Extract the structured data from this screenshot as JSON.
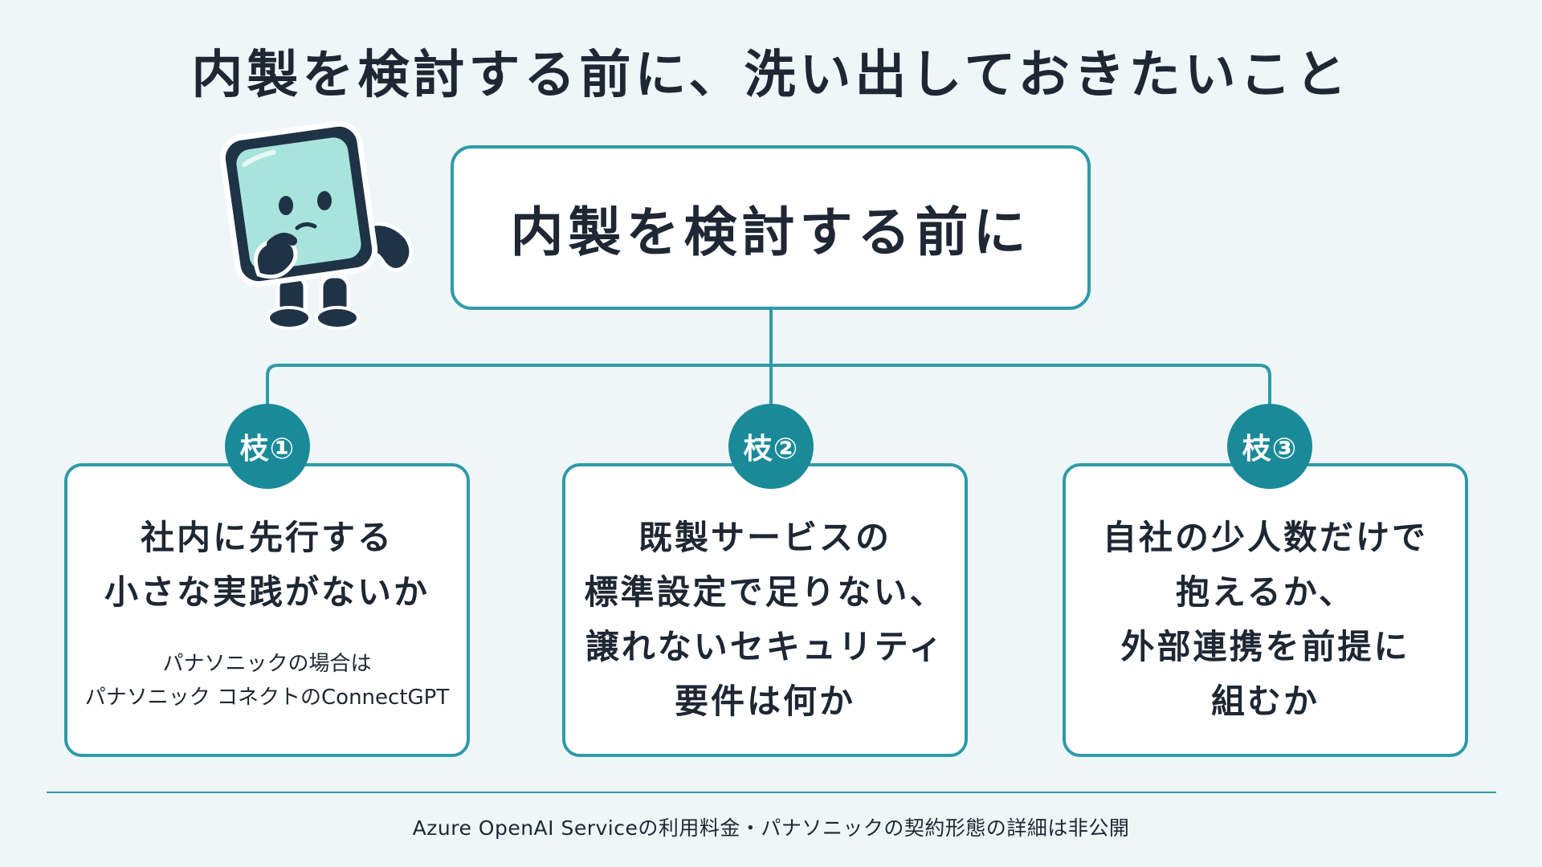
{
  "title": "内製を検討する前に、洗い出しておきたいこと",
  "root": {
    "label": "内製を検討する前に"
  },
  "branches": [
    {
      "badge": "枝①",
      "lines": [
        "社内に先行する",
        "小さな実践がないか"
      ],
      "note": [
        "パナソニックの場合は",
        "パナソニック コネクトのConnectGPT"
      ]
    },
    {
      "badge": "枝②",
      "lines": [
        "既製サービスの",
        "標準設定で足りない、",
        "譲れないセキュリティ",
        "要件は何か"
      ]
    },
    {
      "badge": "枝③",
      "lines": [
        "自社の少人数だけで",
        "抱えるか、",
        "外部連携を前提に",
        "組むか"
      ]
    }
  ],
  "footer": "Azure OpenAI Serviceの利用料金・パナソニックの契約形態の詳細は非公開",
  "colors": {
    "accent": "#2f9aa8",
    "badge": "#1a8a98",
    "background": "#eef6f8",
    "text": "#1e2733",
    "mascot_face": "#a8e4dc",
    "mascot_dark": "#1e3346"
  },
  "icons": {
    "mascot": "thinking-cube-mascot-icon"
  }
}
